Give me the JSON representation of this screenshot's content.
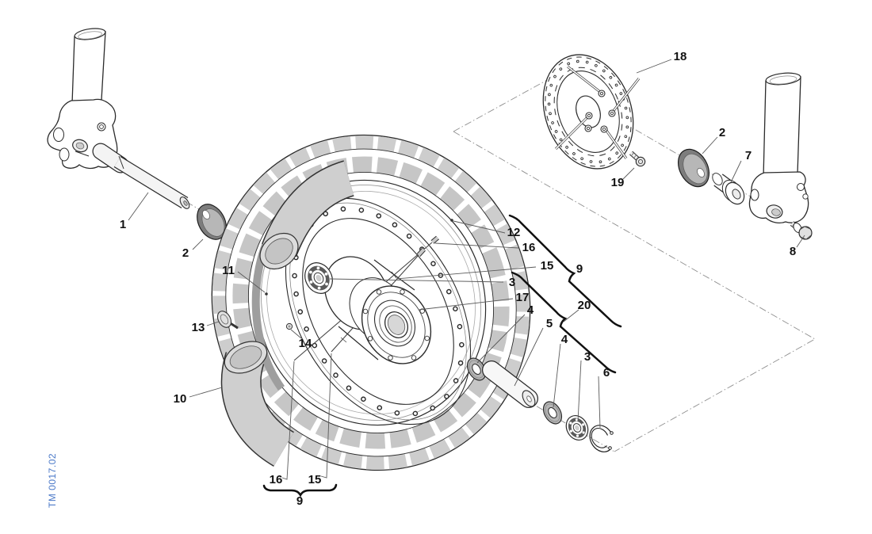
{
  "footer": {
    "code": "TM 0017.02"
  },
  "callouts": {
    "c1": "1",
    "c2_left": "2",
    "c2_right": "2",
    "c3_hub": "3",
    "c3_axle": "3",
    "c4_upper": "4",
    "c4_lower": "4",
    "c5": "5",
    "c6": "6",
    "c7": "7",
    "c8": "8",
    "c9_group": "9",
    "c9_bottom": "9",
    "c10": "10",
    "c11": "11",
    "c12": "12",
    "c13": "13",
    "c14": "14",
    "c15_right": "15",
    "c15_bottom": "15",
    "c16_right": "16",
    "c16_bottom": "16",
    "c17": "17",
    "c18": "18",
    "c19": "19",
    "c20": "20"
  }
}
